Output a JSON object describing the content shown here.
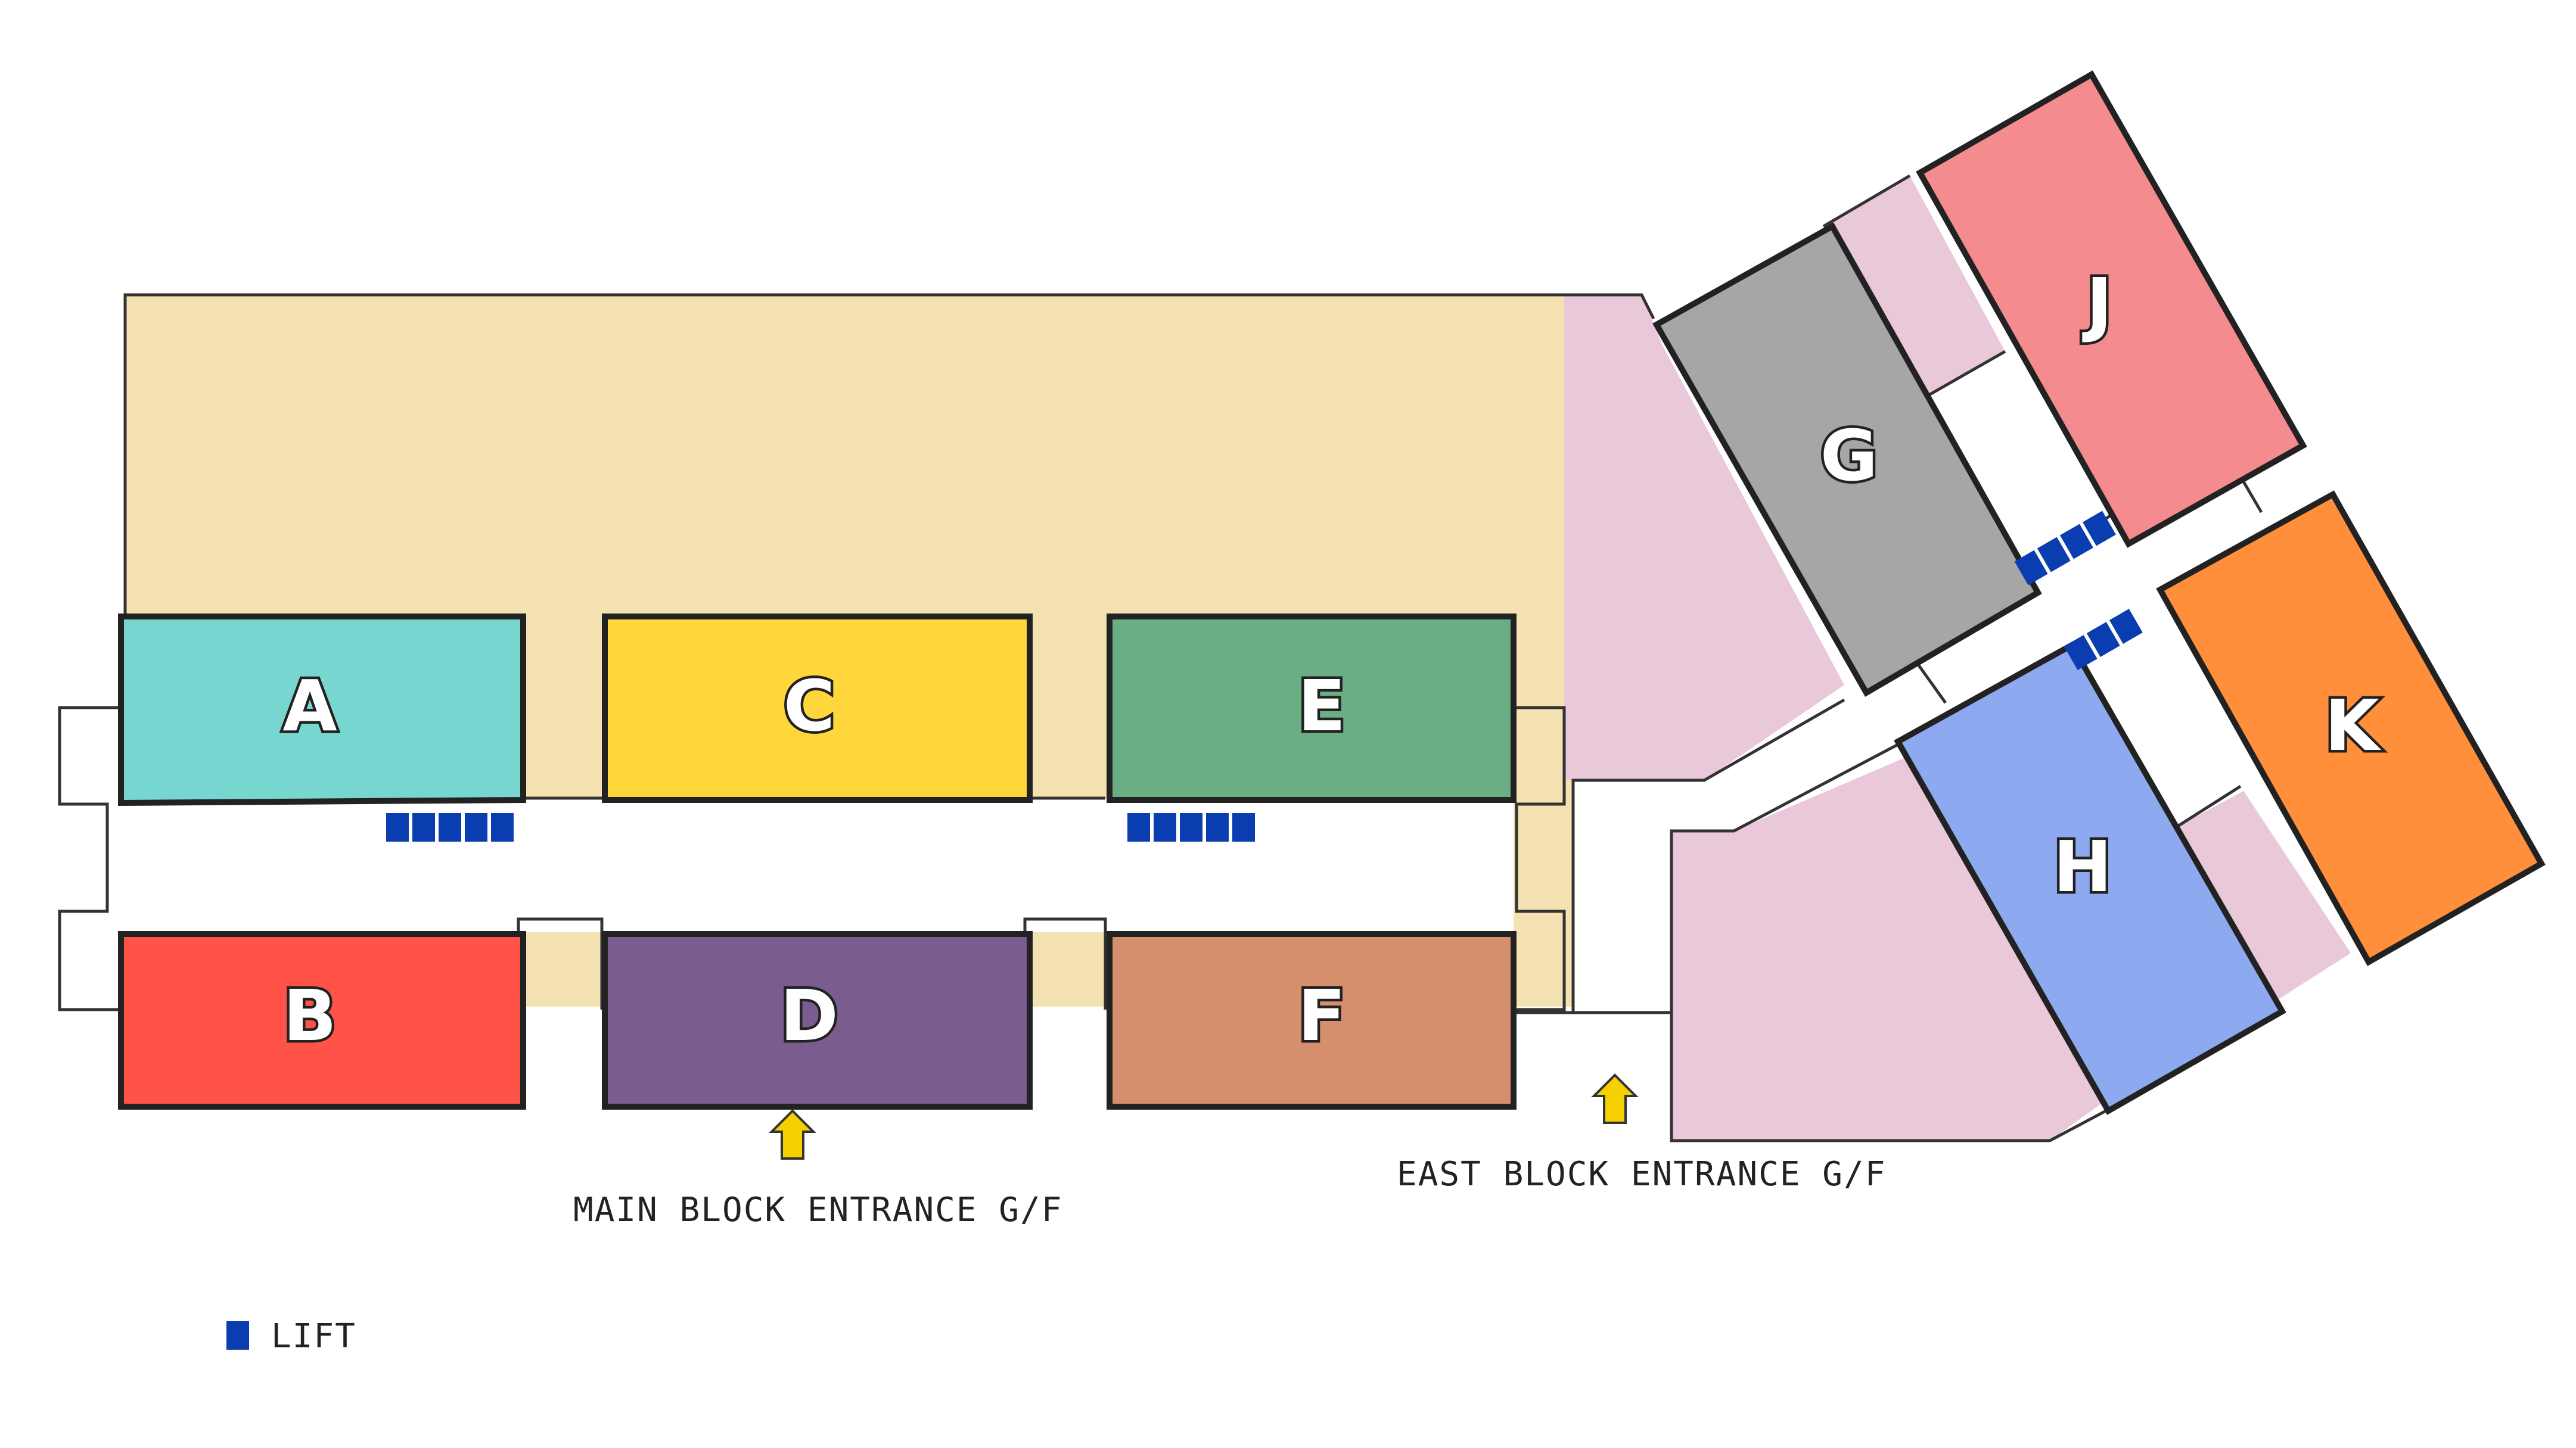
{
  "colors": {
    "main_floor": "#f5e2b2",
    "east_floor": "#e8c8d9",
    "outline": "#333333",
    "lift": "#0a3db0",
    "arrow": "#f5d000"
  },
  "blocks": [
    {
      "id": "A",
      "label": "A",
      "color": "#78d6d0"
    },
    {
      "id": "B",
      "label": "B",
      "color": "#ff5249"
    },
    {
      "id": "C",
      "label": "C",
      "color": "#ffd73a"
    },
    {
      "id": "D",
      "label": "D",
      "color": "#7a5c8e"
    },
    {
      "id": "E",
      "label": "E",
      "color": "#6aae84"
    },
    {
      "id": "F",
      "label": "F",
      "color": "#d68f6d"
    },
    {
      "id": "G",
      "label": "G",
      "color": "#a6a6a6"
    },
    {
      "id": "H",
      "label": "H",
      "color": "#8daaf0"
    },
    {
      "id": "J",
      "label": "J",
      "color": "#f48b8f"
    },
    {
      "id": "K",
      "label": "K",
      "color": "#ff8f3a"
    }
  ],
  "entrances": {
    "main": {
      "label": "MAIN BLOCK ENTRANCE G/F",
      "icon": "arrow-up-icon"
    },
    "east": {
      "label": "EAST BLOCK ENTRANCE G/F",
      "icon": "arrow-up-icon"
    }
  },
  "legend": {
    "icon": "lift-icon",
    "label": "LIFT"
  }
}
